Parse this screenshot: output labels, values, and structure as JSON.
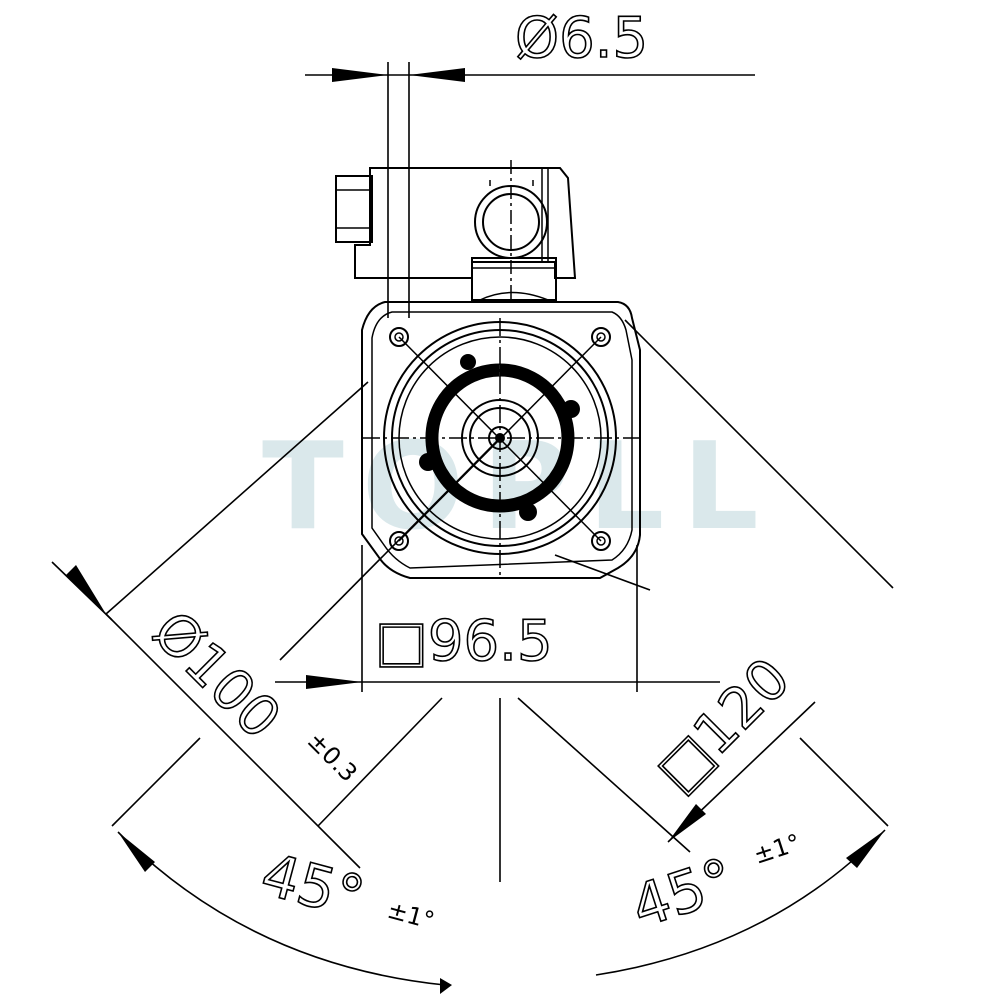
{
  "drawing": {
    "watermark": "TOPLL",
    "dimensions": {
      "hole_diameter": "Ø6.5",
      "pilot_diameter": "Ø100",
      "pilot_tolerance": "±0.3",
      "square_mount": "□96.5",
      "square_flange": "□120",
      "angle_left": "45°",
      "angle_left_tol": "±1°",
      "angle_right": "45°",
      "angle_right_tol": "±1°"
    }
  }
}
